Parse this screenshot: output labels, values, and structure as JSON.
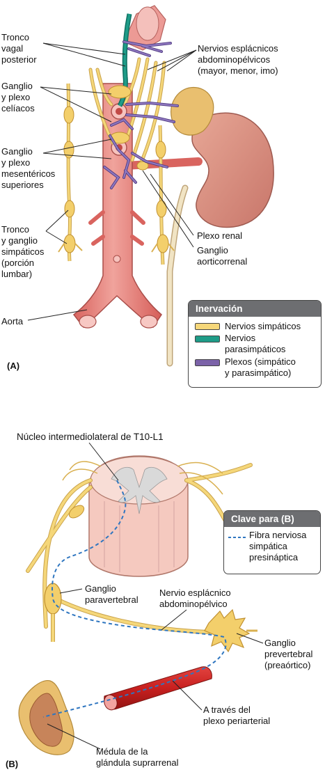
{
  "panel_a": {
    "tag": "(A)",
    "labels": {
      "vagal": "Tronco\nvagal\nposterior",
      "splanchnic": "Nervios esplácnicos\nabdominopélvicos\n(mayor, menor, imo)",
      "celiac": "Ganglio\ny plexo\ncelíacos",
      "mesenteric": "Ganglio\ny plexo\nmesentéricos\nsuperiores",
      "sympathetic_trunk": "Tronco\ny ganglio\nsimpáticos\n(porción\nlumbar)",
      "aorta": "Aorta",
      "renal_plexus": "Plexo renal",
      "aorticorenal": "Ganglio\naorticorrenal"
    },
    "legend": {
      "title": "Inervación",
      "items": [
        {
          "label": "Nervios simpáticos",
          "color": "#f5d77a"
        },
        {
          "label": "Nervios\nparasimpáticos",
          "color": "#1e9c88"
        },
        {
          "label": "Plexos (simpático\ny parasimpático)",
          "color": "#7b62a8"
        }
      ]
    }
  },
  "panel_b": {
    "tag": "(B)",
    "labels": {
      "nucleus": "Núcleo intermediolateral de T10-L1",
      "paravertebral": "Ganglio\nparavertebral",
      "nerve": "Nervio esplácnico\nabdominopélvico",
      "prevertebral": "Ganglio\nprevertebral\n(preaórtico)",
      "periarterial": "A través del\nplexo periarterial",
      "medulla": "Médula de la\nglándula suprarrenal"
    },
    "legend": {
      "title": "Clave para (B)",
      "item": "Fibra nerviosa\nsimpática\npresináptica",
      "color": "#2f76c0"
    }
  },
  "colors": {
    "sympathetic": "#f5d77a",
    "parasympathetic": "#1e9c88",
    "plexus": "#7b62a8",
    "aorta": "#e6827f",
    "kidney": "#d98f80",
    "adrenal": "#e9bf6f",
    "presynaptic": "#2f76c0"
  }
}
